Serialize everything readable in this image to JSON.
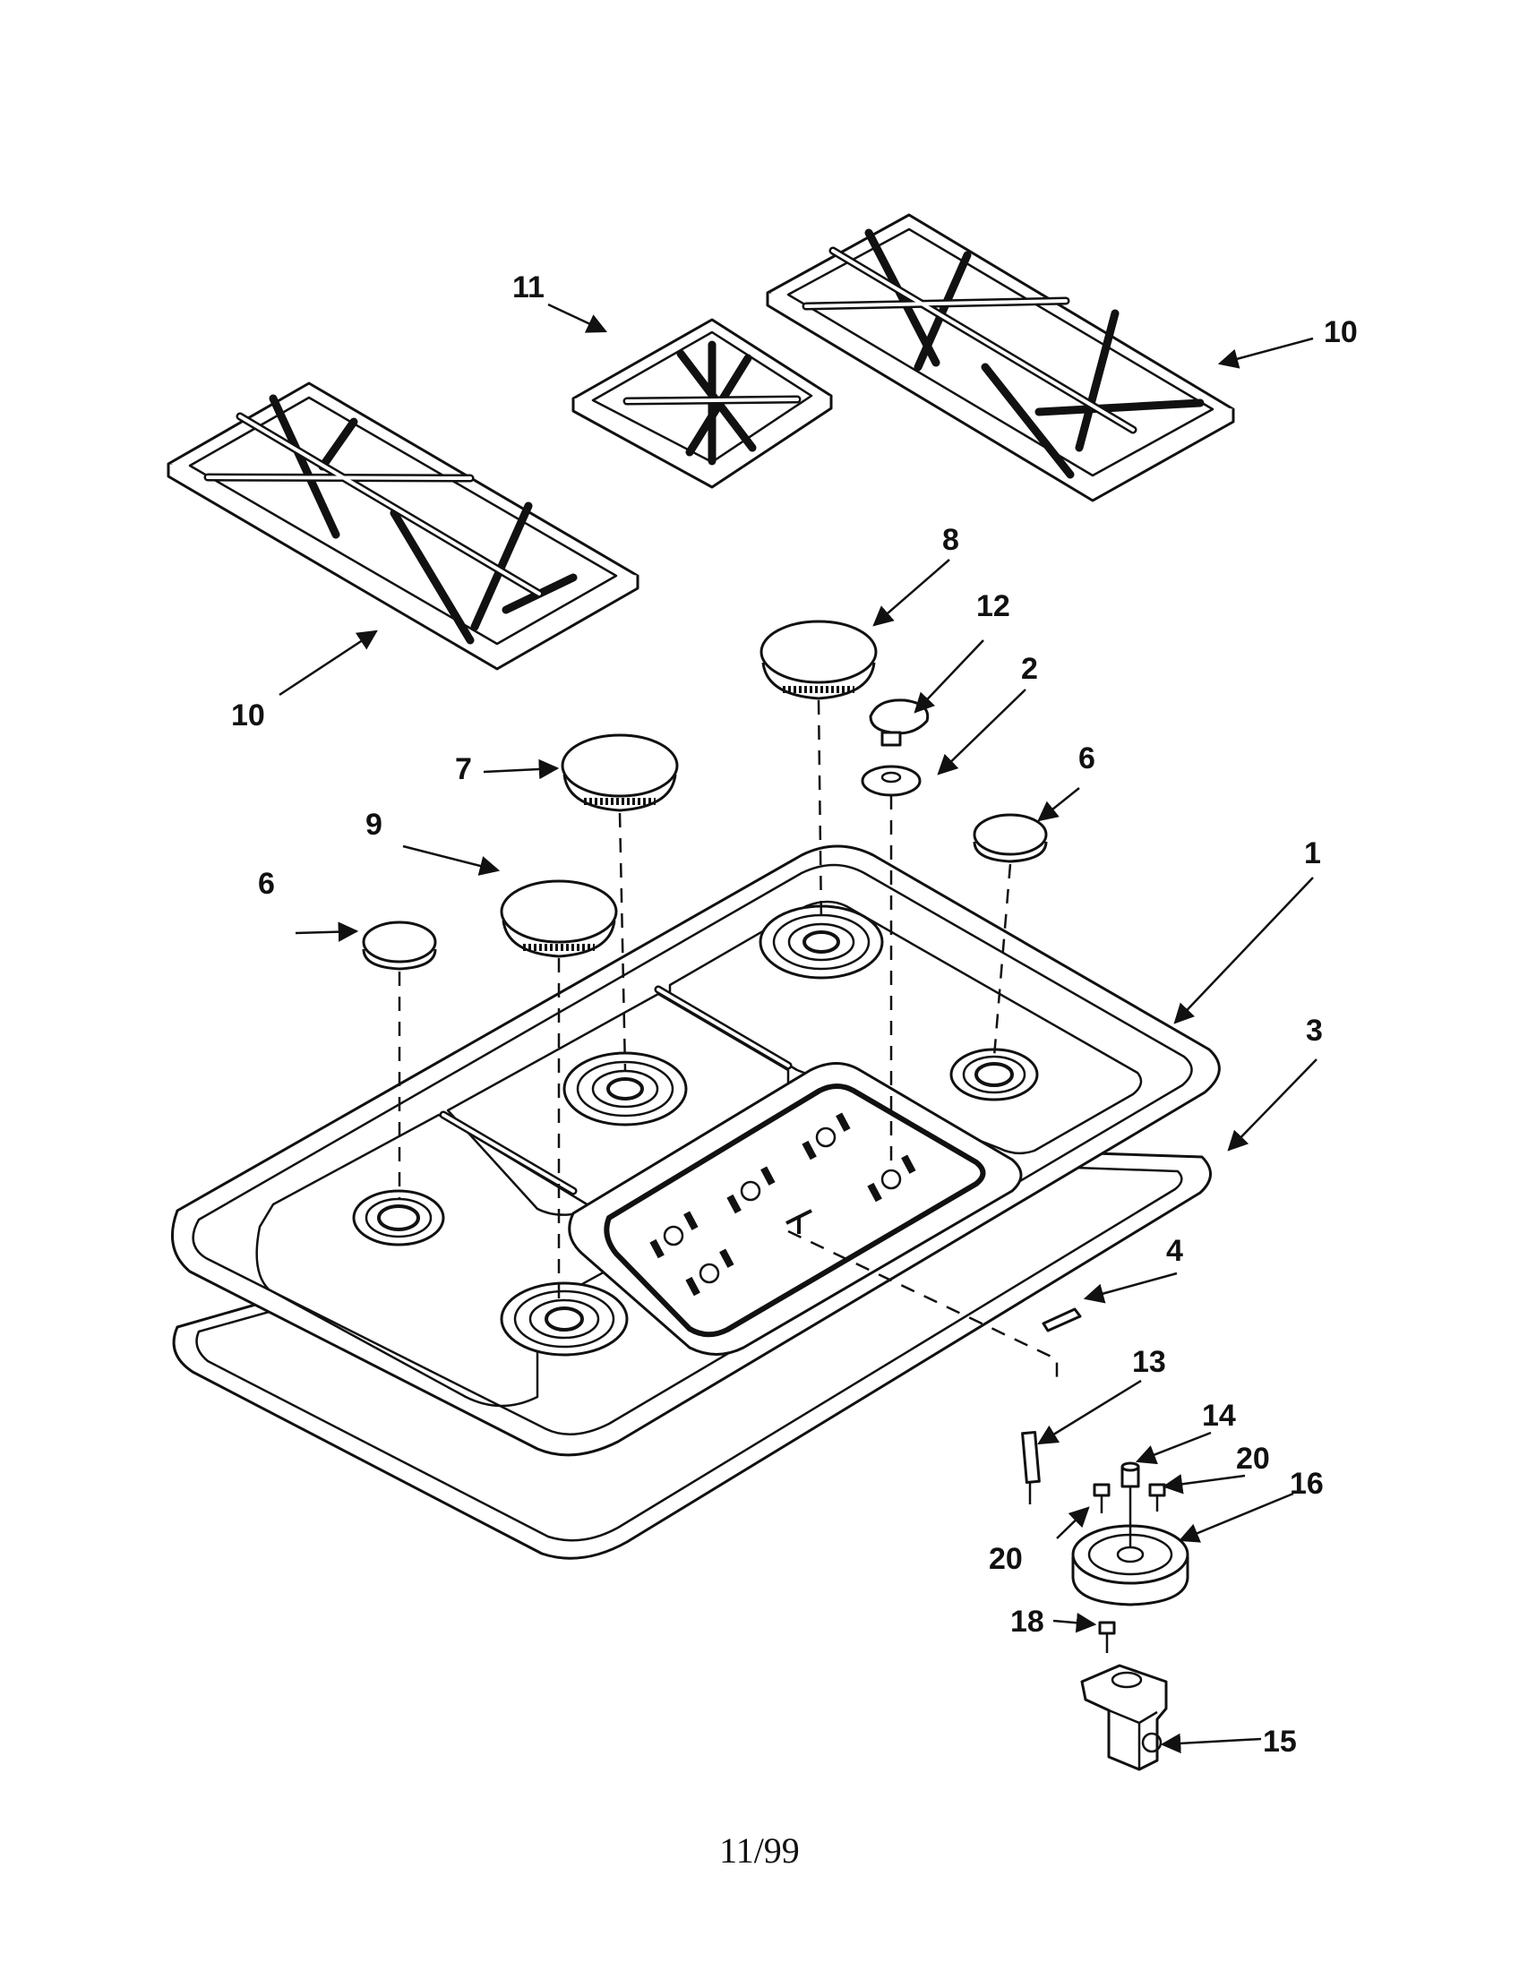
{
  "callouts": {
    "c1": "1",
    "c2": "2",
    "c3": "3",
    "c4": "4",
    "c6a": "6",
    "c6b": "6",
    "c7": "7",
    "c8": "8",
    "c9": "9",
    "c10a": "10",
    "c10b": "10",
    "c11": "11",
    "c12": "12",
    "c13": "13",
    "c14": "14",
    "c15": "15",
    "c16": "16",
    "c18": "18",
    "c20a": "20",
    "c20b": "20"
  },
  "footer": {
    "date": "11/99"
  }
}
